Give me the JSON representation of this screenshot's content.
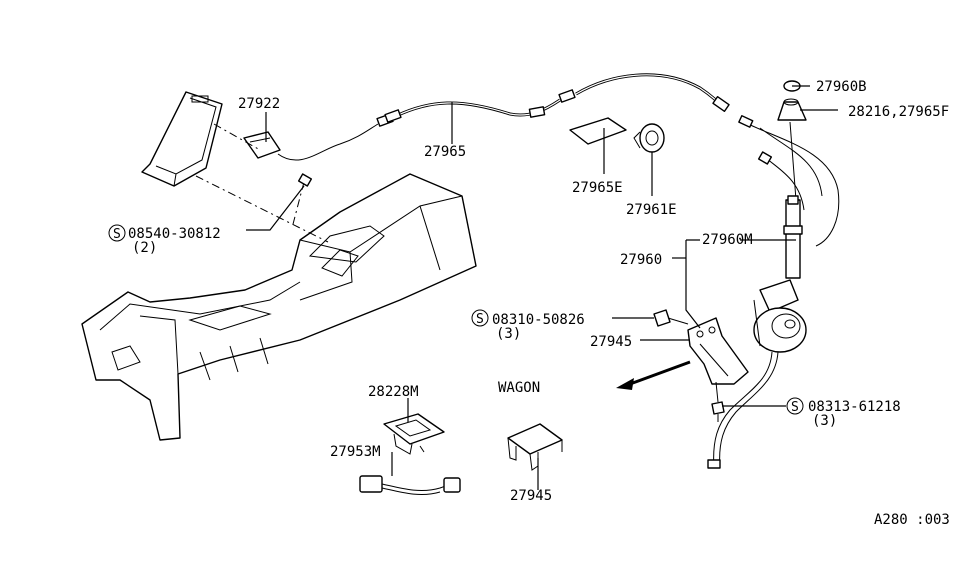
{
  "labels": {
    "p27922": "27922",
    "p27965": "27965",
    "p27960b": "27960B",
    "p28216": "28216,27965F",
    "p27965e": "27965E",
    "p27961e": "27961E",
    "p08540": "08540-30812",
    "p08540_qty": "(2)",
    "p27960m": "27960M",
    "p27960": "27960",
    "p08310": "08310-50826",
    "p08310_qty": "(3)",
    "p27945a": "27945",
    "wagon": "WAGON",
    "p28228m": "28228M",
    "p27953m": "27953M",
    "p27945b": "27945",
    "p08313": "08313-61218",
    "p08313_qty": "(3)",
    "code": "A280 :003",
    "s_symbol": "S"
  }
}
